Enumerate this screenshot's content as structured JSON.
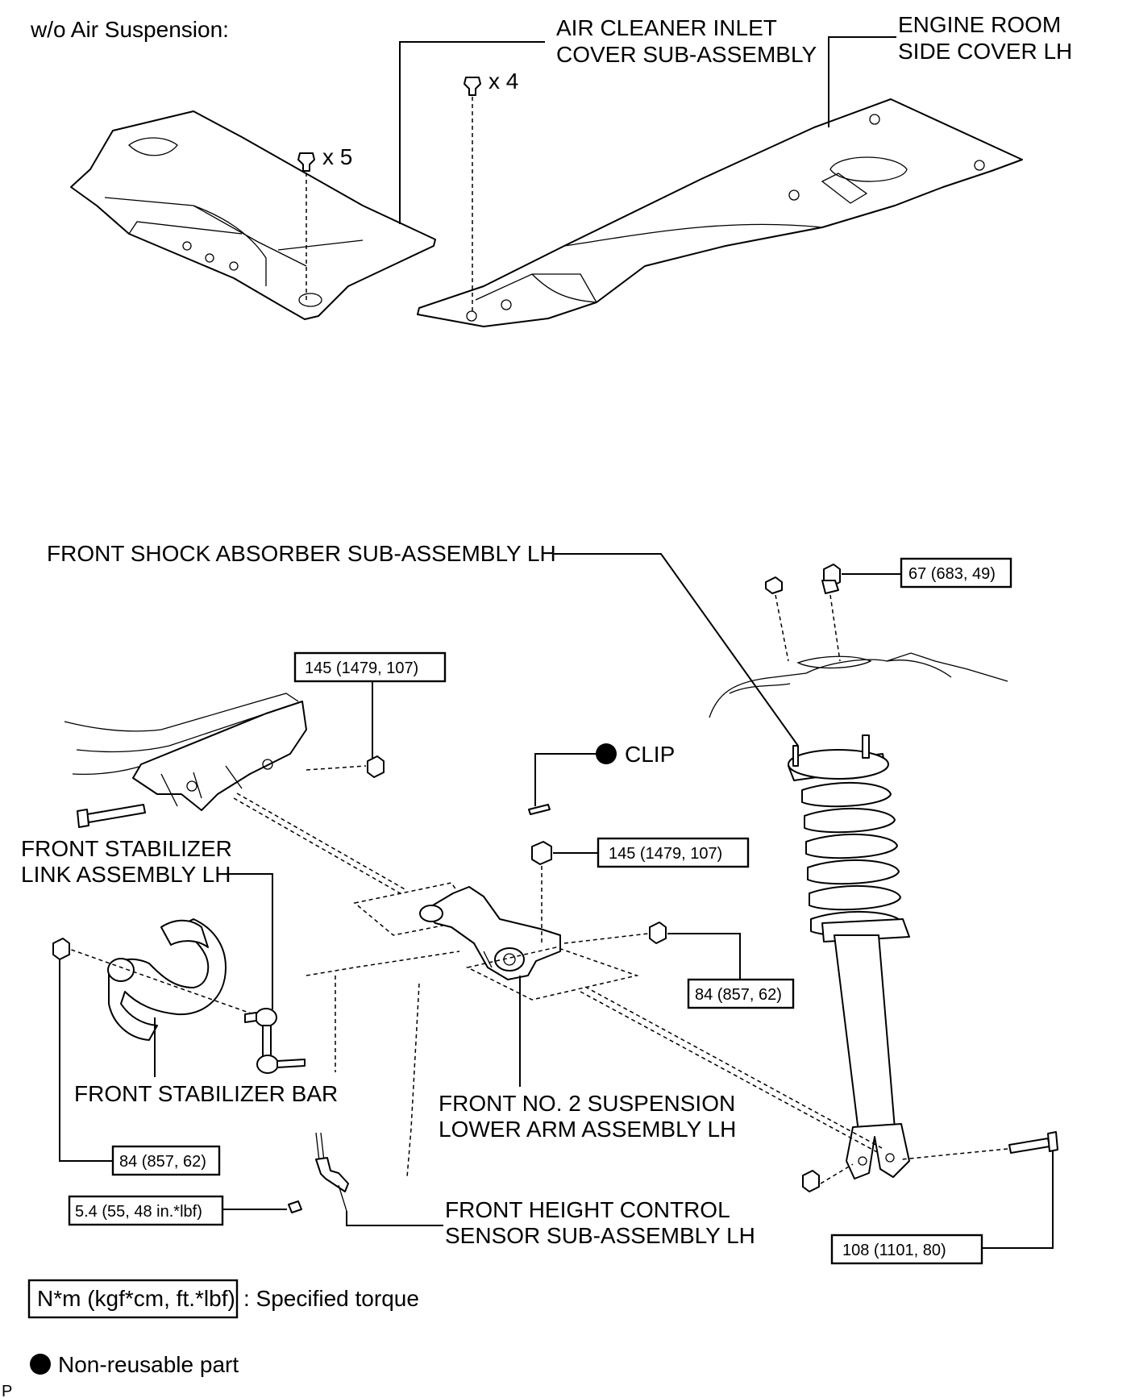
{
  "header": {
    "variant": "w/o Air Suspension:"
  },
  "parts": {
    "air_cleaner_cover": {
      "line1": "AIR CLEANER INLET",
      "line2": "COVER SUB-ASSEMBLY"
    },
    "engine_room_cover": {
      "line1": "ENGINE ROOM",
      "line2": "SIDE COVER LH"
    },
    "shock_absorber": "FRONT SHOCK ABSORBER SUB-ASSEMBLY LH",
    "clip": "CLIP",
    "stabilizer_link": {
      "line1": "FRONT STABILIZER",
      "line2": "LINK ASSEMBLY LH"
    },
    "stabilizer_bar": "FRONT STABILIZER BAR",
    "lower_arm": {
      "line1": "FRONT NO. 2 SUSPENSION",
      "line2": "LOWER ARM ASSEMBLY LH"
    },
    "height_sensor": {
      "line1": "FRONT HEIGHT CONTROL",
      "line2": "SENSOR SUB-ASSEMBLY LH"
    }
  },
  "fastener_counts": {
    "cover_clips": "x 5",
    "side_cover_clips": "x 4"
  },
  "torques": {
    "upper_mount_nut": "67 (683, 49)",
    "crossmember_nut": "145 (1479, 107)",
    "lower_arm_ball_nut": "145 (1479, 107)",
    "lower_arm_inner_nut": "84 (857, 62)",
    "stabilizer_link_nut": "84 (857, 62)",
    "height_sensor_bolt": "5.4 (55, 48 in.*lbf)",
    "shock_lower_bolt": "108 (1101, 80)"
  },
  "legend": {
    "torque_unit": "N*m (kgf*cm, ft.*lbf)",
    "torque_text": ": Specified torque",
    "nonreusable_text": "Non-reusable part"
  },
  "corner_mark": "P",
  "colors": {
    "ink": "#000000",
    "paper": "#ffffff"
  }
}
